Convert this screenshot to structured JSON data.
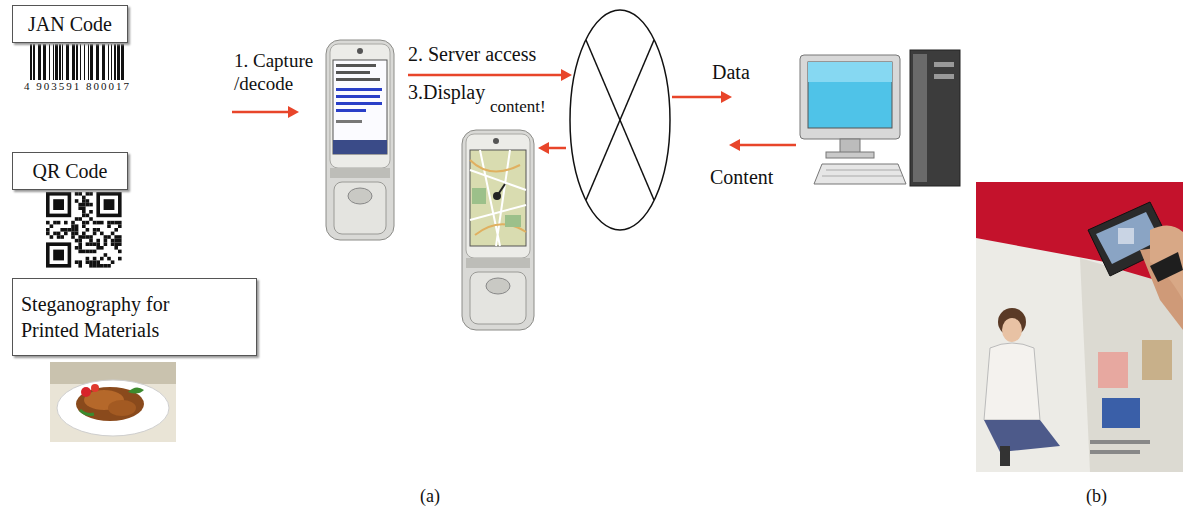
{
  "diagram": {
    "nodes": [
      {
        "text": [
          "JAN Code"
        ]
      },
      {
        "text": [
          "QR Code"
        ]
      },
      {
        "text": [
          "Steganography for Printed Materials"
        ]
      }
    ],
    "labels": [
      "4 903591 800017",
      "1. Capture /decode",
      "2. Server access",
      "3.Display",
      "content!",
      "Data",
      "Content",
      "(a)",
      "(b)"
    ]
  }
}
